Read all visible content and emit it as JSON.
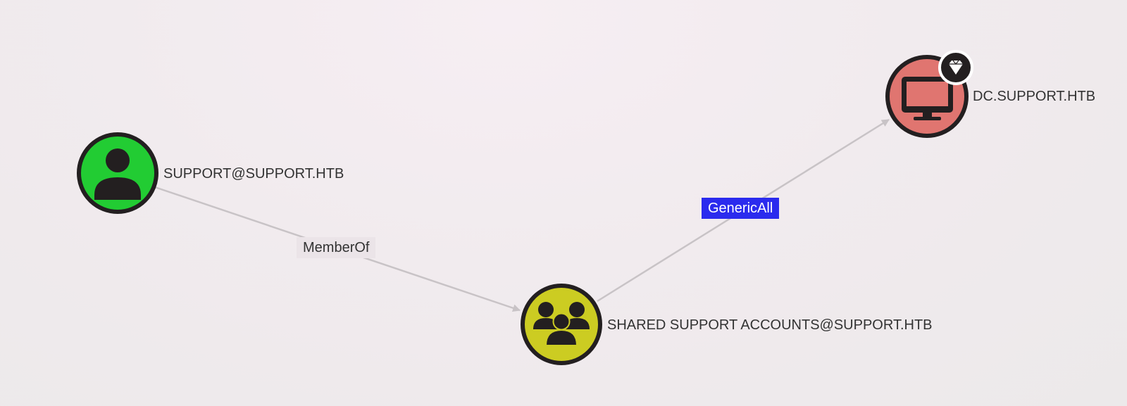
{
  "graph": {
    "nodes": [
      {
        "id": "user",
        "label": "SUPPORT@SUPPORT.HTB",
        "kind": "user",
        "icon": "user-icon",
        "fill": "#22cc33"
      },
      {
        "id": "group",
        "label": "SHARED SUPPORT ACCOUNTS@SUPPORT.HTB",
        "kind": "group",
        "icon": "users-group-icon",
        "fill": "#cccc22"
      },
      {
        "id": "computer",
        "label": "DC.SUPPORT.HTB",
        "kind": "computer",
        "icon": "monitor-icon",
        "fill": "#e07570",
        "badge": "gem-icon"
      }
    ],
    "edges": [
      {
        "from": "user",
        "to": "group",
        "label": "MemberOf",
        "state": "normal"
      },
      {
        "from": "group",
        "to": "computer",
        "label": "GenericAll",
        "state": "selected"
      }
    ]
  },
  "colors": {
    "node_ring": "#231f20",
    "edge_line": "#c8c3c6",
    "selected_label_bg": "#2b2bee"
  }
}
